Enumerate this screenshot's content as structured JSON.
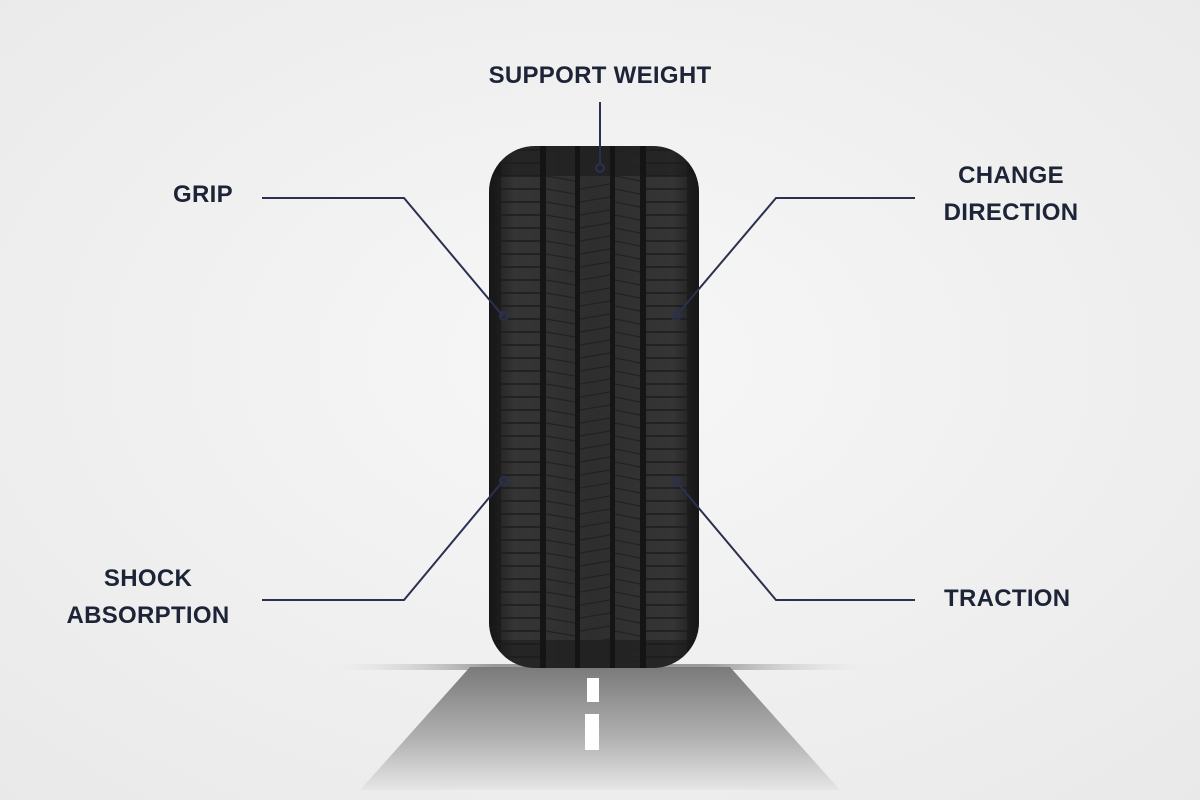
{
  "diagram": {
    "labels": {
      "support_weight": "SUPPORT WEIGHT",
      "grip": "GRIP",
      "change_direction": [
        "CHANGE",
        "DIRECTION"
      ],
      "shock_absorption": [
        "SHOCK",
        "ABSORPTION"
      ],
      "traction": "TRACTION"
    },
    "colors": {
      "label_text": "#1d2437",
      "callout_line": "#2a3150",
      "background": "#f1f1f1",
      "tire_body": "#2b2b2b"
    }
  }
}
